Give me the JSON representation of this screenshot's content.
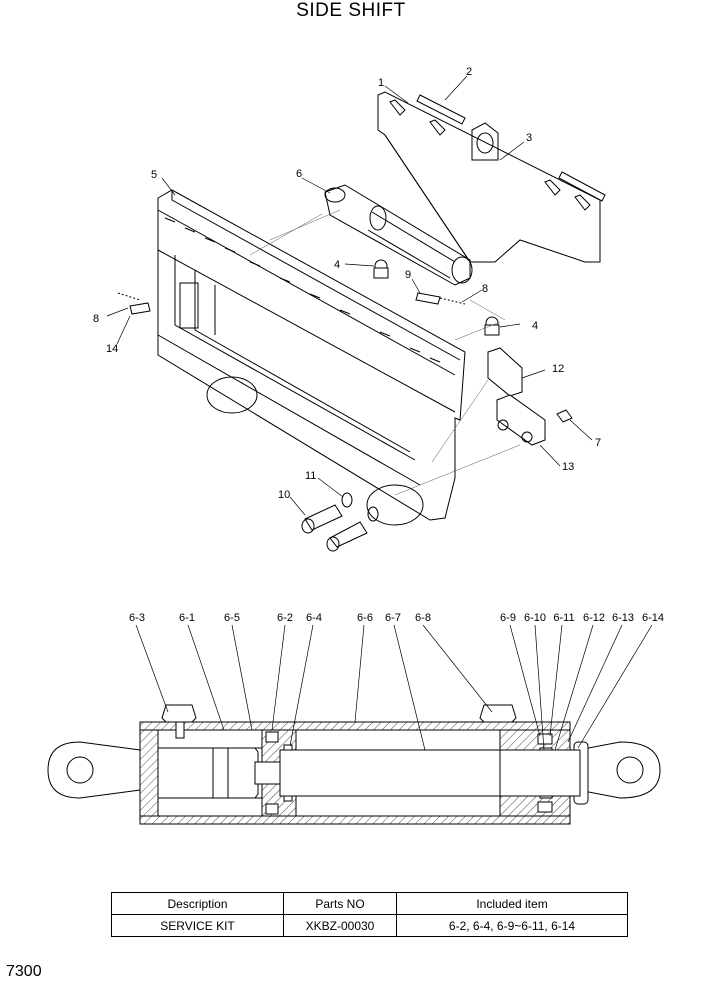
{
  "page_title": "SIDE SHIFT",
  "page_number": "7300",
  "exploded_view": {
    "callouts": [
      "1",
      "2",
      "3",
      "4",
      "4",
      "5",
      "6",
      "7",
      "8",
      "8",
      "9",
      "10",
      "11",
      "12",
      "13",
      "14"
    ]
  },
  "cylinder_section": {
    "part_labels": [
      "6-3",
      "6-1",
      "6-5",
      "6-2",
      "6-4",
      "6-6",
      "6-7",
      "6-8",
      "6-9",
      "6-10",
      "6-11",
      "6-12",
      "6-13",
      "6-14"
    ]
  },
  "kit_table": {
    "headers": [
      "Description",
      "Parts NO",
      "Included item"
    ],
    "row": [
      "SERVICE KIT",
      "XKBZ-00030",
      "6-2, 6-4, 6-9~6-11, 6-14"
    ]
  }
}
